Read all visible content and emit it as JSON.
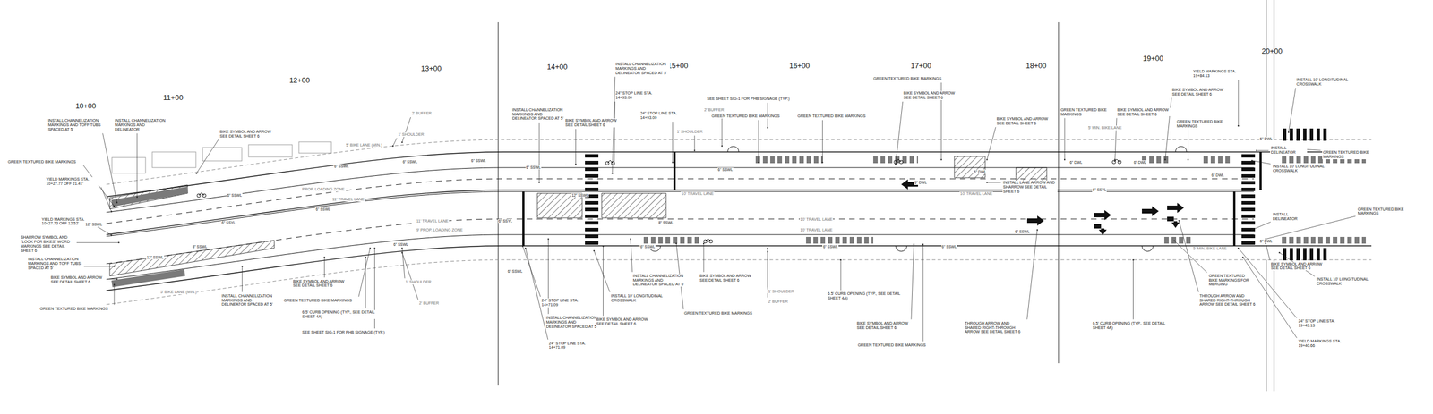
{
  "diagram": {
    "labels": [
      "10+00",
      "11+00",
      "12+00",
      "13+00",
      "14+00",
      "15+00",
      "16+00",
      "17+00",
      "18+00",
      "19+00",
      "20+00",
      "INSTALL CHANNELIZATION MARKINGS AND TOFF TUBS SPACED AT 5'",
      "INSTALL CHANNELIZATION MARKINGS AND DELINEATOR",
      "GREEN TEXTURED BIKE MARKINGS",
      "YIELD MARKINGS STA. 10+27.77 OFF 21.47'",
      "YIELD MARKINGS STA. 10+27.73 OFF 12.52'",
      "SHARROW SYMBOL AND \"LOOK FOR BIKES\" WORD MARKINGS SEE DETAIL SHEET 6",
      "INSTALL CHANNELIZATION MARKINGS AND TOFF TUBS SPACED AT 5'",
      "BIKE SYMBOL AND ARROW SEE DETAIL SHEET 6",
      "GREEN TEXTURED BIKE MARKINGS",
      "BIKE SYMBOL AND ARROW SEE DETAIL SHEET 6",
      "INSTALL CHANNELIZATION MARKINGS AND DELINEATOR SPACED AT 5'",
      "BIKE SYMBOL AND ARROW SEE DETAIL SHEET 6",
      "GREEN TEXTURED BIKE MARKINGS",
      "6.5' CURB OPENING (TYP., SEE DETAIL SHEET 4A)",
      "SEE SHEET SIG-1 FOR PHB SIGNAGE (TYP.)",
      "INSTALL CHANNELIZATION MARKINGS AND DELINEATOR SPACED AT 5'",
      "BIKE SYMBOL AND ARROW SEE DETAIL SHEET 6",
      "INSTALL CHANNELIZATION MARKINGS AND DELINEATOR SPACED AT 5'",
      "24\" STOP LINE STA. 14+93.00",
      "24\" STOP LINE STA. 14+93.00",
      "SEE SHEET SIG-1 FOR PHB SIGNAGE (TYP.)",
      "GREEN TEXTURED BIKE MARKINGS",
      "GREEN TEXTURED BIKE MARKINGS",
      "24\" STOP LINE STA. 14+71.09",
      "INSTALL CHANNELIZATION MARKINGS AND DELINEATOR SPACED AT 5'",
      "24\" STOP LINE STA. 14+71.09",
      "INSTALL 10' LONGITUDINAL CROSSWALK",
      "INSTALL CHANNELIZATION MARKINGS AND DELINEATOR SPACED AT 5'",
      "BIKE SYMBOL AND ARROW SEE DETAIL SHEET 6",
      "BIKE SYMBOL AND ARROW SEE DETAIL SHEET 6",
      "GREEN TEXTURED BIKE MARKINGS",
      "6.5' CURB OPENING (TYP., SEE DETAIL SHEET 4A)",
      "GREEN TEXTURED BIKE MARKINGS",
      "BIKE SYMBOL AND ARROW SEE DETAIL SHEET 6",
      "BIKE SYMBOL AND ARROW SEE DETAIL SHEET 6",
      "INSTALL LANE ARROW AND SHARROW SEE DETAIL SHEET 6",
      "BIKE SYMBOL AND ARROW SEE DETAIL SHEET 6",
      "GREEN TEXTURED BIKE MARKINGS",
      "THROUGH ARROW AND SHARED RIGHT-THROUGH ARROW SEE DETAIL SHEET 6",
      "6.5' CURB OPENING (TYP., SEE DETAIL SHEET 4A)",
      "GREEN TEXTURED BIKE MARKINGS",
      "BIKE SYMBOL AND ARROW SEE DETAIL SHEET 6",
      "BIKE SYMBOL AND ARROW SEE DETAIL SHEET 6",
      "GREEN TEXTURED BIKE MARKINGS",
      "YIELD MARKINGS STA. 19+84.13",
      "INSTALL 10' LONGITUDINAL CROSSWALK",
      "GREEN TEXTURED BIKE MARKINGS",
      "INSTALL DELINEATOR",
      "INSTALL 10' LONGITUDINAL CROSSWALK",
      "GREEN TEXTURED BIKE MARKINGS",
      "INSTALL DELINEATOR",
      "BIKE SYMBOL AND ARROW SEE DETAIL SHEET 6",
      "INSTALL 10' LONGITUDINAL CROSSWALK",
      "GREEN TEXTURED BIKE MARKINGS FOR MERGING",
      "THROUGH ARROW AND SHARED RIGHT-THROUGH ARROW SEE DETAIL SHEET 6",
      "24\" STOP LINE STA. 19+43.13",
      "YIELD MARKINGS STA. 19+40.66",
      "2' BUFFER",
      "1' SHOULDER",
      "1' SHOULDER",
      "2' BUFFER",
      "2' BUFFER",
      "1' SHOULDER",
      "1' SHOULDER",
      "2' BUFFER",
      "5' BIKE LANE (MIN.)",
      "PROP. LOADING ZONE",
      "11' TRAVEL LANE",
      "11' TRAVEL LANE",
      "9' PROP. LOADING ZONE",
      "10' TRAVEL LANE",
      "10' TRAVEL LANE",
      "10' TRAVEL LANE",
      "10' TRAVEL LANE",
      "5' MIN. BIKE LANE",
      "5' MIN. BIKE LANE",
      "5' BIKE LANE (MIN.)",
      "6\" SSWL",
      "6\" SSWL",
      "6\" SSWL",
      "6\" SSWL",
      "6\" SSWL",
      "6\" SSWL",
      "6\" SSYL",
      "12\" SSWL",
      "8\" SSWL",
      "12\" SSWL",
      "6\" SSWL",
      "6\" SSYL",
      "12\" SSWL",
      "6\" SSWL",
      "6\" SSWL",
      "6\" SSWL",
      "8\" SSWL",
      "6\" SSWL",
      "6\" DWL",
      "6\" DWL",
      "6\" SSYL",
      "6\" DWL",
      "6\" DWL",
      "6\" DWL",
      "6\" DWL",
      "6\" DWL",
      "6\" SSWL",
      "6\" SSWL"
    ]
  }
}
